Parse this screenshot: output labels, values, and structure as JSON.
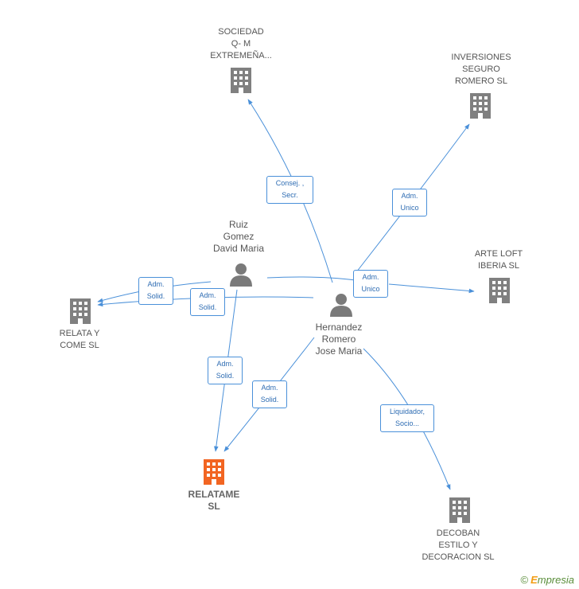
{
  "colors": {
    "edge": "#4a90d9",
    "company_icon": "#808080",
    "focus_icon": "#f26522",
    "person_icon": "#7a7a7a"
  },
  "nodes": {
    "sociedad_qm": {
      "label": "SOCIEDAD\nQ- M\nEXTREMEÑA...",
      "icon": "building-icon"
    },
    "inversiones_seguro": {
      "label": "INVERSIONES\nSEGURO\nROMERO SL",
      "icon": "building-icon"
    },
    "ruiz_gomez": {
      "label": "Ruiz\nGomez\nDavid Maria",
      "icon": "person-icon"
    },
    "arte_loft": {
      "label": "ARTE LOFT\nIBERIA SL",
      "icon": "building-icon"
    },
    "relata_y_come": {
      "label": "RELATA Y\nCOME  SL",
      "icon": "building-icon"
    },
    "hernandez_romero": {
      "label": "Hernandez\nRomero\nJose Maria",
      "icon": "person-icon"
    },
    "relatame": {
      "label": "RELATAME\nSL",
      "icon": "building-icon"
    },
    "decoban": {
      "label": "DECOBAN\nESTILO Y\nDECORACION SL",
      "icon": "building-icon"
    }
  },
  "relations": {
    "consej_secr": "Consej. ,\nSecr.",
    "adm_unico_inversiones": "Adm.\nUnico",
    "adm_unico_arte": "Adm.\nUnico",
    "adm_solid_ruiz_relata": "Adm.\nSolid.",
    "adm_solid_hern_relata": "Adm.\nSolid.",
    "adm_solid_ruiz_relatame": "Adm.\nSolid.",
    "adm_solid_hern_relatame": "Adm.\nSolid.",
    "liquidador_socio": "Liquidador,\nSocio..."
  },
  "brand": {
    "copyright": "©",
    "e": "E",
    "rest": "mpresia"
  }
}
